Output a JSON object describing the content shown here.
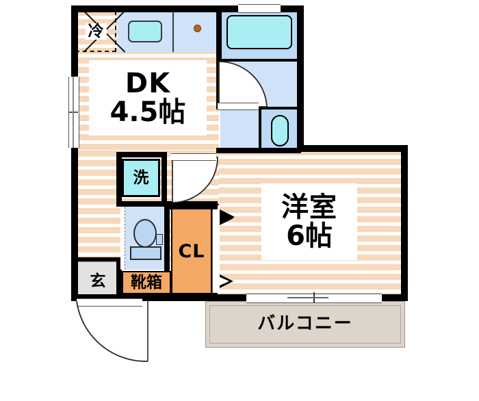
{
  "plan": {
    "type": "japanese-floor-plan",
    "title": "間取り図",
    "rooms": [
      {
        "id": "dk",
        "name": "DK",
        "size": "4.5帖",
        "label": "DK 4.5帖",
        "floor": "wood"
      },
      {
        "id": "washitsu",
        "name": "洋室",
        "size": "6帖",
        "label": "洋室 6帖",
        "floor": "wood"
      }
    ],
    "fixtures": [
      {
        "id": "fridge",
        "label": "冷",
        "meaning": "refrigerator-space"
      },
      {
        "id": "washer",
        "label": "洗",
        "meaning": "washing-machine-space"
      },
      {
        "id": "shoebox",
        "label": "靴箱",
        "meaning": "shoe-cabinet"
      },
      {
        "id": "closet",
        "label": "CL",
        "meaning": "closet"
      },
      {
        "id": "genkan",
        "label": "玄",
        "meaning": "entrance"
      },
      {
        "id": "balcony",
        "label": "バルコニー",
        "meaning": "balcony"
      }
    ],
    "labels": {
      "dk_name": "DK",
      "dk_size": "4.5帖",
      "room_name": "洋室",
      "room_size": "6帖",
      "fridge": "冷",
      "washer": "洗",
      "shoebox": "靴箱",
      "closet": "CL",
      "genkan": "玄",
      "balcony": "バルコニー"
    },
    "colors": {
      "wall": "#000000",
      "floor_stripe": "#f6d8bb",
      "water_area": "#cfe2f7",
      "sink_fill": "#a9eef2",
      "closet_fill": "#f3a864",
      "genkan_fill": "#e2e2e2",
      "balcony_fill": "#ddd5cb",
      "stove_dot": "#b5651d"
    }
  }
}
